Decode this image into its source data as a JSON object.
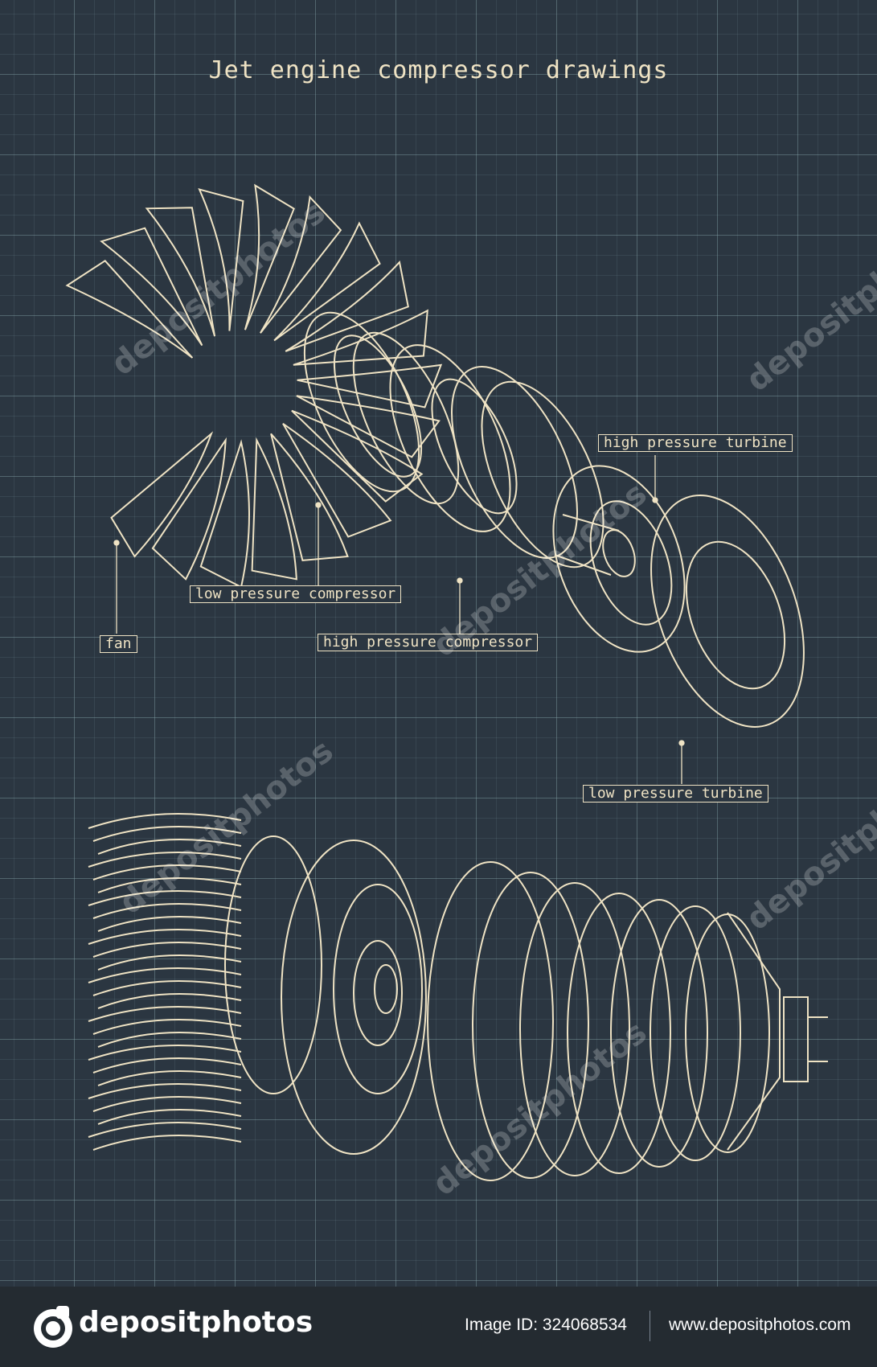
{
  "title": "Jet engine compressor drawings",
  "labels": {
    "fan": "fan",
    "low_pressure_compressor": "low pressure compressor",
    "high_pressure_compressor": "high pressure compressor",
    "high_pressure_turbine": "high pressure turbine",
    "low_pressure_turbine": "low pressure turbine"
  },
  "watermark_text": "depositphotos",
  "footer": {
    "logo_text": "depositphotos",
    "image_id": "Image ID: 324068534",
    "site": "www.depositphotos.com"
  },
  "colors": {
    "background": "#2b3641",
    "ink": "#efe3c4",
    "footer_bg": "#242b31"
  },
  "icons": [
    "depositphotos-logo-icon"
  ]
}
